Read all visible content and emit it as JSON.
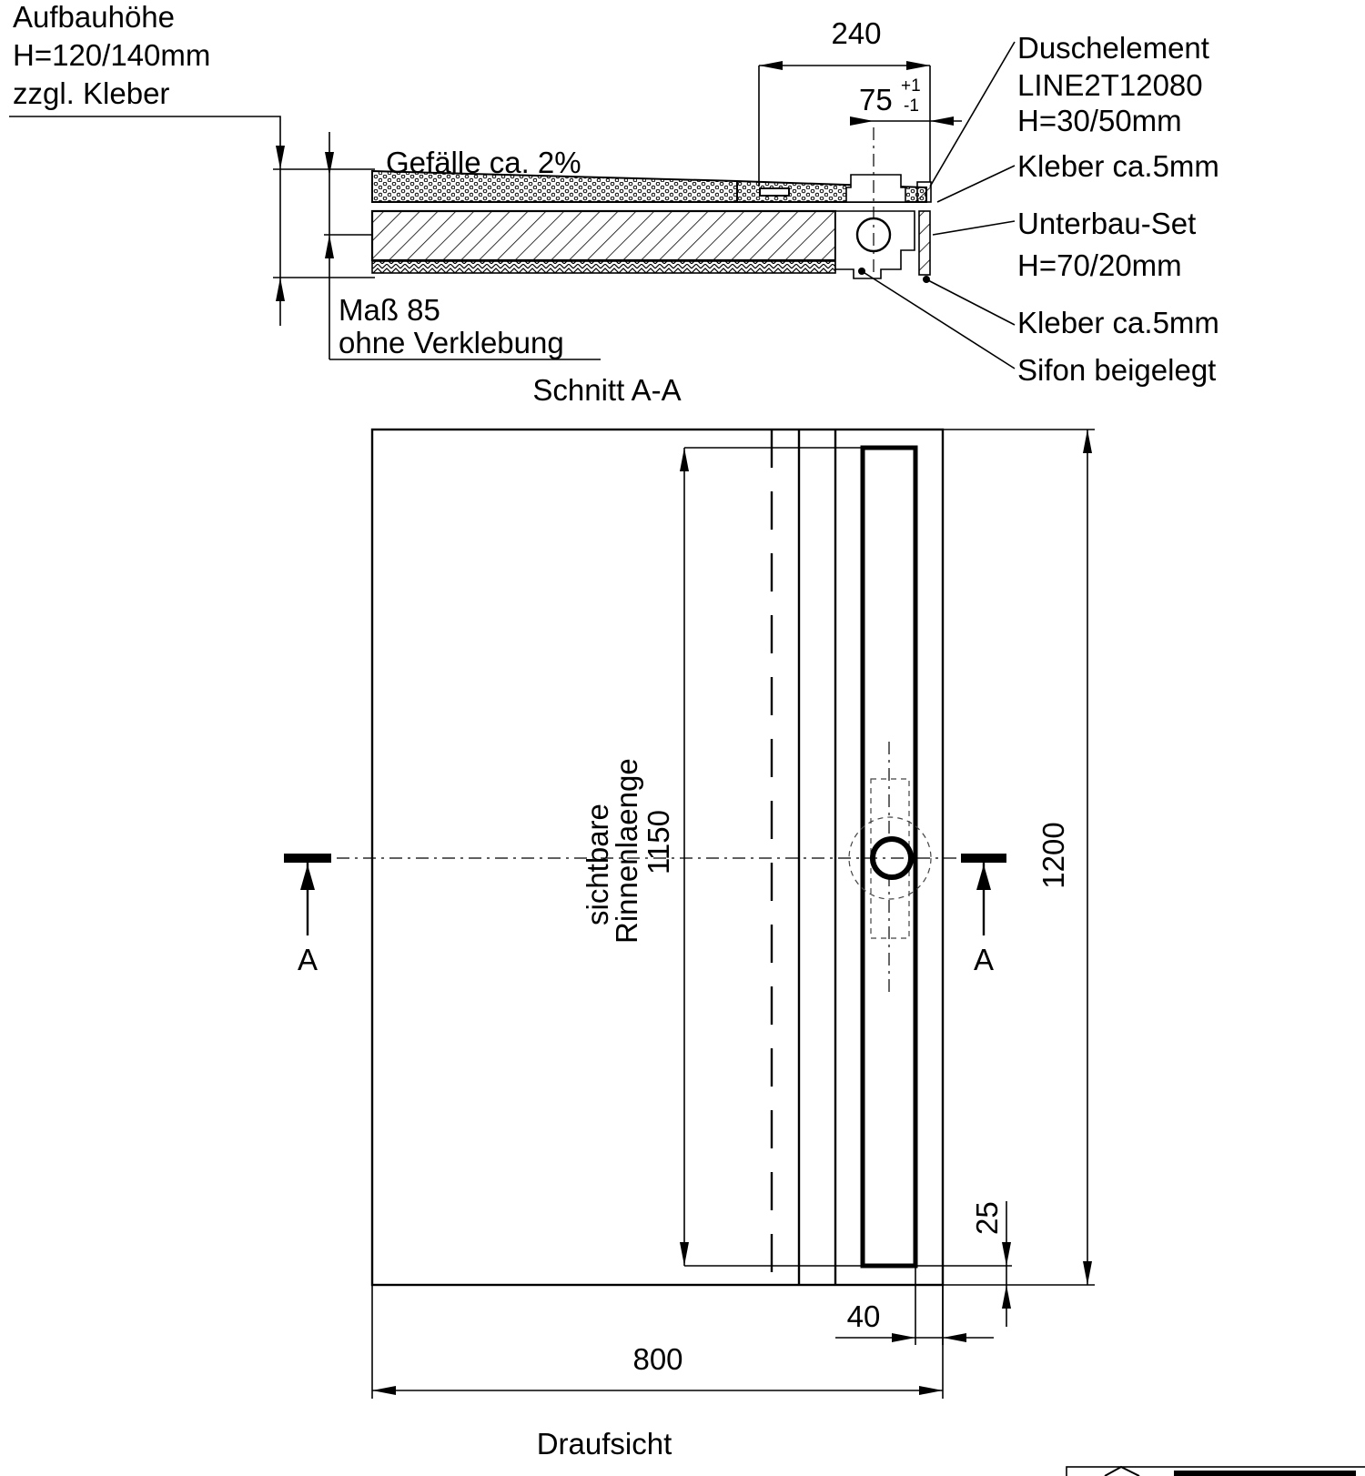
{
  "section": {
    "build_height": [
      "Aufbauhöhe",
      "H=120/140mm",
      "zzgl. Kleber"
    ],
    "slope": "Gefälle ca. 2%",
    "dim_240": "240",
    "dim_75": "75",
    "tol_plus": "+1",
    "tol_minus": "-1",
    "shower_element": [
      "Duschelement",
      "LINE2T12080",
      "H=30/50mm"
    ],
    "adhesive_top": "Kleber ca.5mm",
    "substructure": [
      "Unterbau-Set",
      "H=70/20mm"
    ],
    "adhesive_bottom": "Kleber ca.5mm",
    "siphon": "Sifon beigelegt",
    "measure": [
      "Maß 85",
      "ohne Verklebung"
    ],
    "title": "Schnitt A-A"
  },
  "plan": {
    "channel_label": [
      "sichtbare",
      "Rinnenlaenge",
      "1150"
    ],
    "dim_1200": "1200",
    "dim_25": "25",
    "dim_40": "40",
    "dim_800": "800",
    "section_mark_left": "A",
    "section_mark_right": "A",
    "title": "Draufsicht"
  }
}
